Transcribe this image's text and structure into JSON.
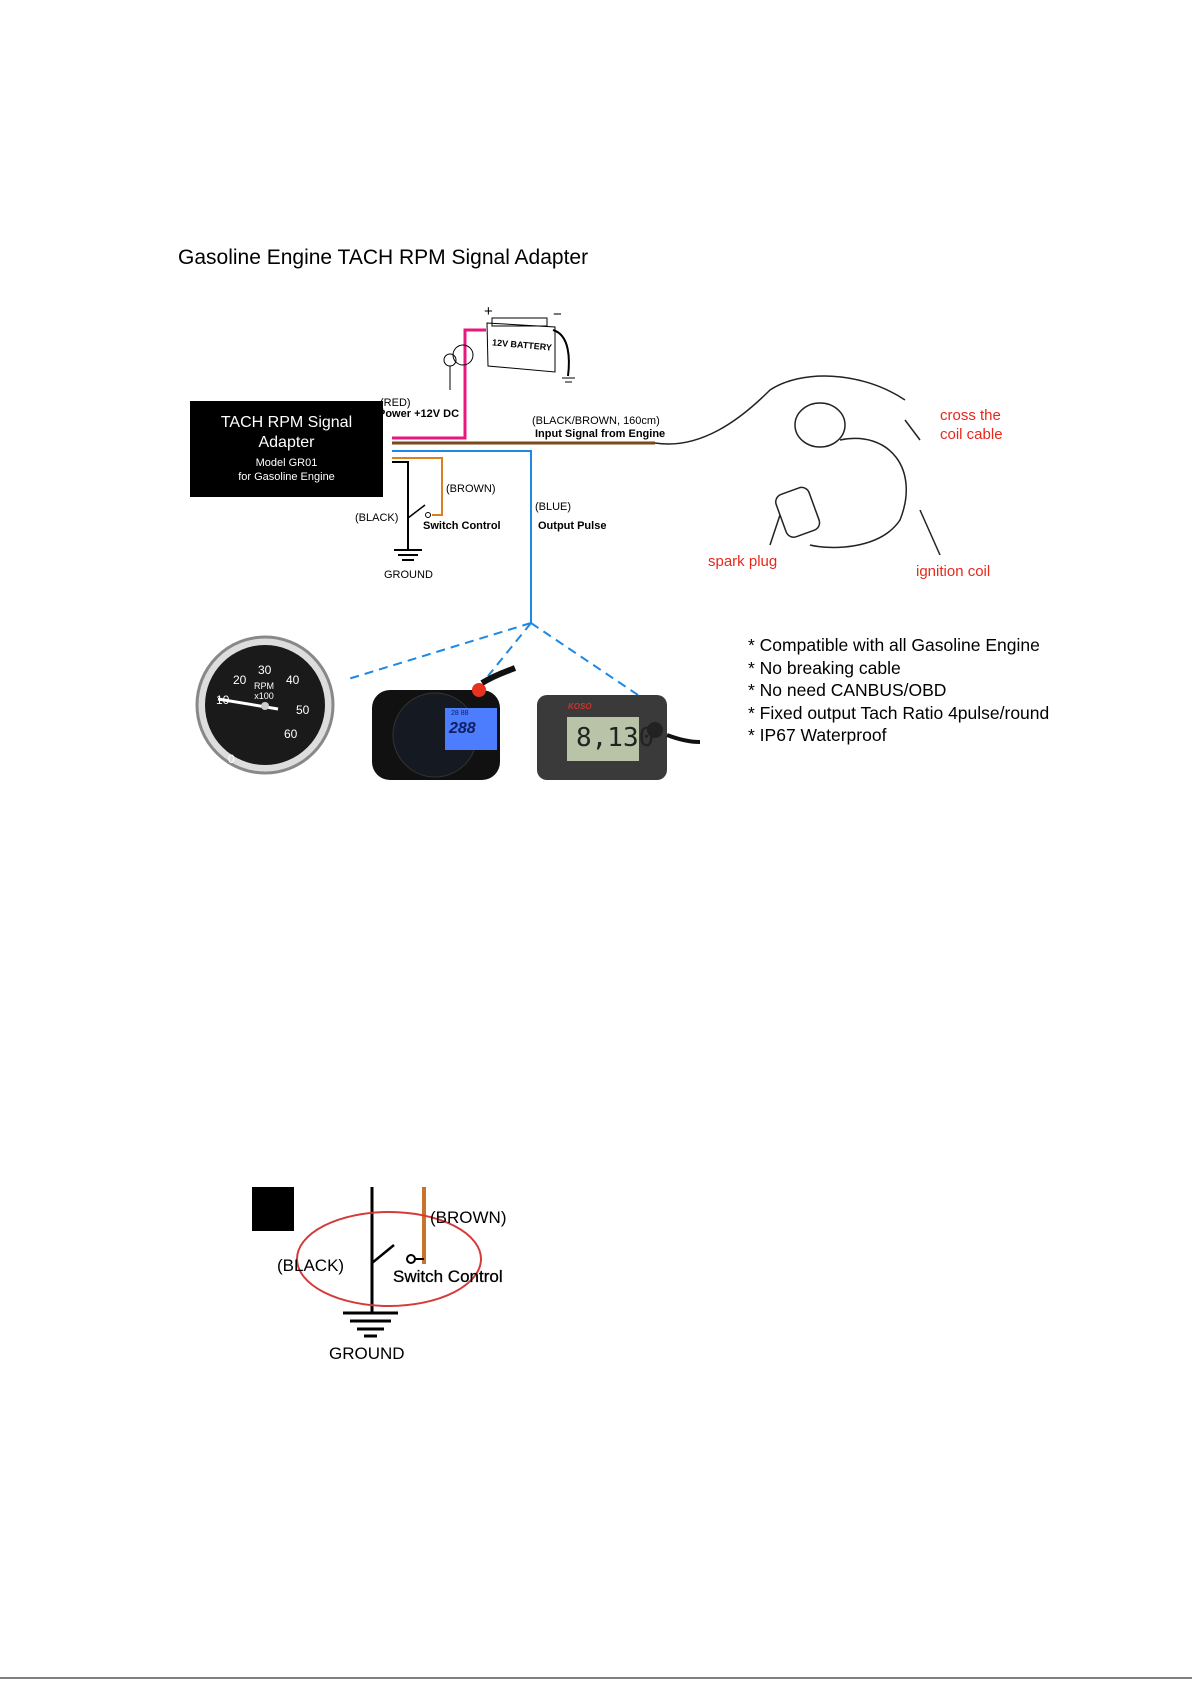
{
  "title": "Gasoline Engine TACH RPM Signal Adapter",
  "adapter": {
    "name_line1": "TACH RPM Signal",
    "name_line2": "Adapter",
    "model": "Model GR01",
    "subtitle": "for Gasoline Engine"
  },
  "battery": {
    "label": "12V BATTERY",
    "plus": "+",
    "minus": "−"
  },
  "wires": {
    "red_color": "(RED)",
    "red_label": "Power +12V DC",
    "input_color": "(BLACK/BROWN, 160cm)",
    "input_label": "Input Signal from Engine",
    "brown_color": "(BROWN)",
    "switch_label": "Switch Control",
    "black_color": "(BLACK)",
    "ground_label": "GROUND",
    "blue_color": "(BLUE)",
    "blue_label": "Output Pulse"
  },
  "colors": {
    "red_wire": "#e8177f",
    "brown_wire": "#d9801f",
    "blue_wire": "#1e88e5",
    "annotation": "#e8281c"
  },
  "coil": {
    "cross": "cross the",
    "cross2": "coil cable",
    "spark_plug": "spark plug",
    "ignition_coil": "ignition coil"
  },
  "gauges": {
    "analog_ticks": [
      "0",
      "10",
      "20",
      "30",
      "40",
      "50",
      "60"
    ],
    "analog_unit": "RPM",
    "analog_mult": "x100",
    "digital_readout": "288",
    "digital_small": "28 88",
    "koso_brand": "KOSO",
    "koso_readout": "8,130"
  },
  "features": [
    "* Compatible with all Gasoline Engine",
    "* No breaking cable",
    "* No need CANBUS/OBD",
    "* Fixed output Tach Ratio 4pulse/round",
    "* IP67 Waterproof"
  ],
  "detail": {
    "brown": "(BROWN)",
    "black": "(BLACK)",
    "switch": "Switch Control",
    "ground": "GROUND"
  }
}
